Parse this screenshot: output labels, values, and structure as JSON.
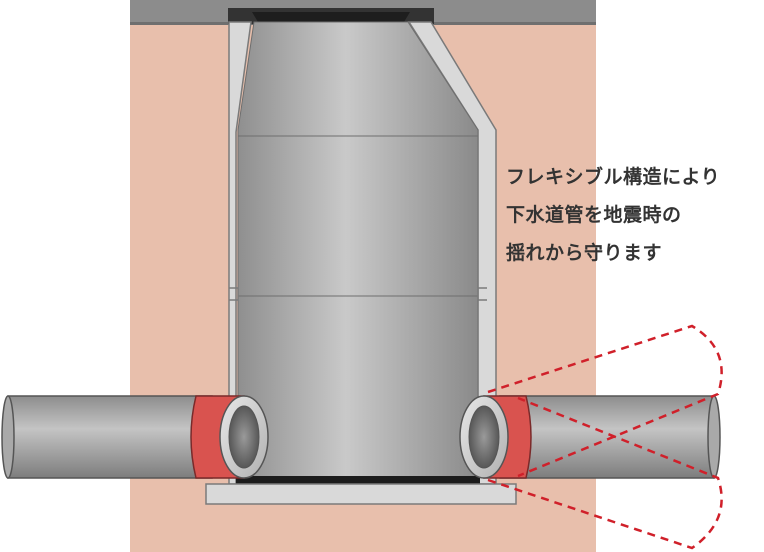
{
  "caption": {
    "lines": [
      "フレキシブル構造により",
      "下水道管を地震時の",
      "揺れから守ります"
    ]
  },
  "colors": {
    "soil": "#e8bfac",
    "pavement": "#8c8c8c",
    "pipe_gray": "#a8a8a8",
    "wall": "#d9d9d9",
    "flex_joint": "#d9534f",
    "dashed": "#d0202a",
    "text": "#333333"
  },
  "icons": [
    "manhole-shaft",
    "sewer-pipe-left",
    "sewer-pipe-right",
    "flexible-joint",
    "sway-range-indicator"
  ]
}
